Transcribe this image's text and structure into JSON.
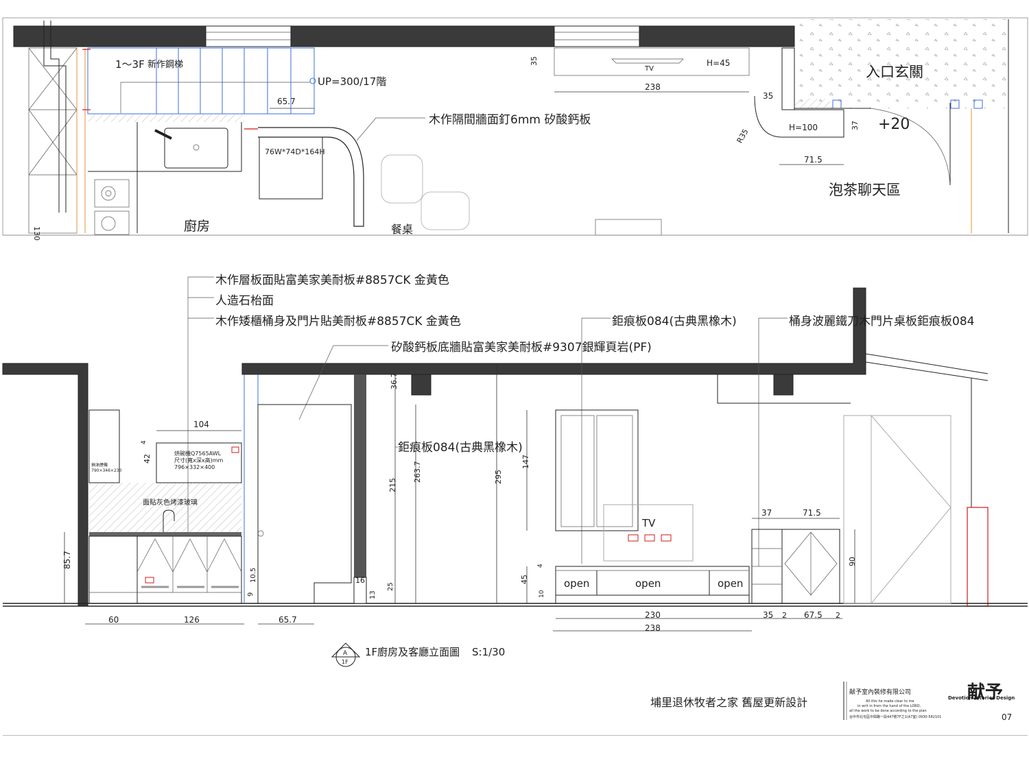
{
  "plan": {
    "stair_label": "1～3F",
    "stair_label2": "新作鋼梯",
    "up_label": "UP=300/17階",
    "dim_657": "65.7",
    "partition_note": "木作隔間牆面釘6mm 矽酸鈣板",
    "fridge_size": "76W*74D*164H",
    "kitchen": "廚房",
    "dining": "餐桌",
    "tv": "TV",
    "h45": "H=45",
    "dim_238": "238",
    "dim_35_top": "35",
    "dim_35": "35",
    "r35": "R35",
    "h100": "H=100",
    "dim_37": "37",
    "dim_715": "71.5",
    "entry": "入口玄關",
    "plus20": "+20",
    "tea": "泡茶聊天區",
    "dim_130": "130"
  },
  "elevation": {
    "note1": "木作層板面貼富美家美耐板#8857CK 金黃色",
    "note2": "人造石枱面",
    "note3": "木作矮櫃桶身及門片貼美耐板#8857CK 金黃色",
    "note4": "矽酸鈣板底牆貼富美家美耐板#9307銀輝頁岩(PF)",
    "note5": "鉅痕板084(古典黑橡木)",
    "note6": "桶身波麗鐵刀木門片桌板鉅痕板084",
    "note7": "鉅痕板084(古典黑橡木)",
    "dishwasher": "烘碗機Q7565AWL",
    "dishwasher_size": "尺寸(寬x深x高)mm",
    "dishwasher_dims": "796×332×400",
    "small_label": "抽油煙機",
    "small_size": "790×346×230",
    "backsplash": "面貼灰色烤漆玻璃",
    "tv": "TV",
    "open1": "open",
    "open2": "open",
    "open3": "open",
    "d104": "104",
    "d42": "42",
    "d4": "4",
    "d857": "85.7",
    "d60": "60",
    "d126": "126",
    "d657": "65.7",
    "d9": "9",
    "d105": "10.5",
    "d367": "36.7",
    "d215": "215",
    "d2637": "263.7",
    "d16": "16",
    "d25": "25",
    "d13": "13",
    "d295": "295",
    "d147": "147",
    "d45": "45",
    "d4b": "4",
    "d10": "10",
    "d230": "230",
    "d238": "238",
    "d37": "37",
    "d715": "71.5",
    "d90": "90",
    "d35": "35",
    "d2": "2",
    "d675": "67.5",
    "d2b": "2"
  },
  "title": {
    "marker_top": "A",
    "marker_bottom": "1F",
    "drawing_title": "1F廚房及客廳立面圖",
    "scale": "S:1/30",
    "project": "埔里退休牧者之家 舊屋更新設計",
    "company": "献予室內裝修有限公司",
    "motto1": "All this he made clear to me",
    "motto2": "in writ in from the hand of the LORD,",
    "motto3": "all the work to be done according to the plan",
    "address": "台中市北屯區中興路一段447號7F之1(A7室) 0930-582101",
    "brand": "Devotion Interior Design",
    "logo_chars": "献予",
    "sheet_no": "07"
  }
}
